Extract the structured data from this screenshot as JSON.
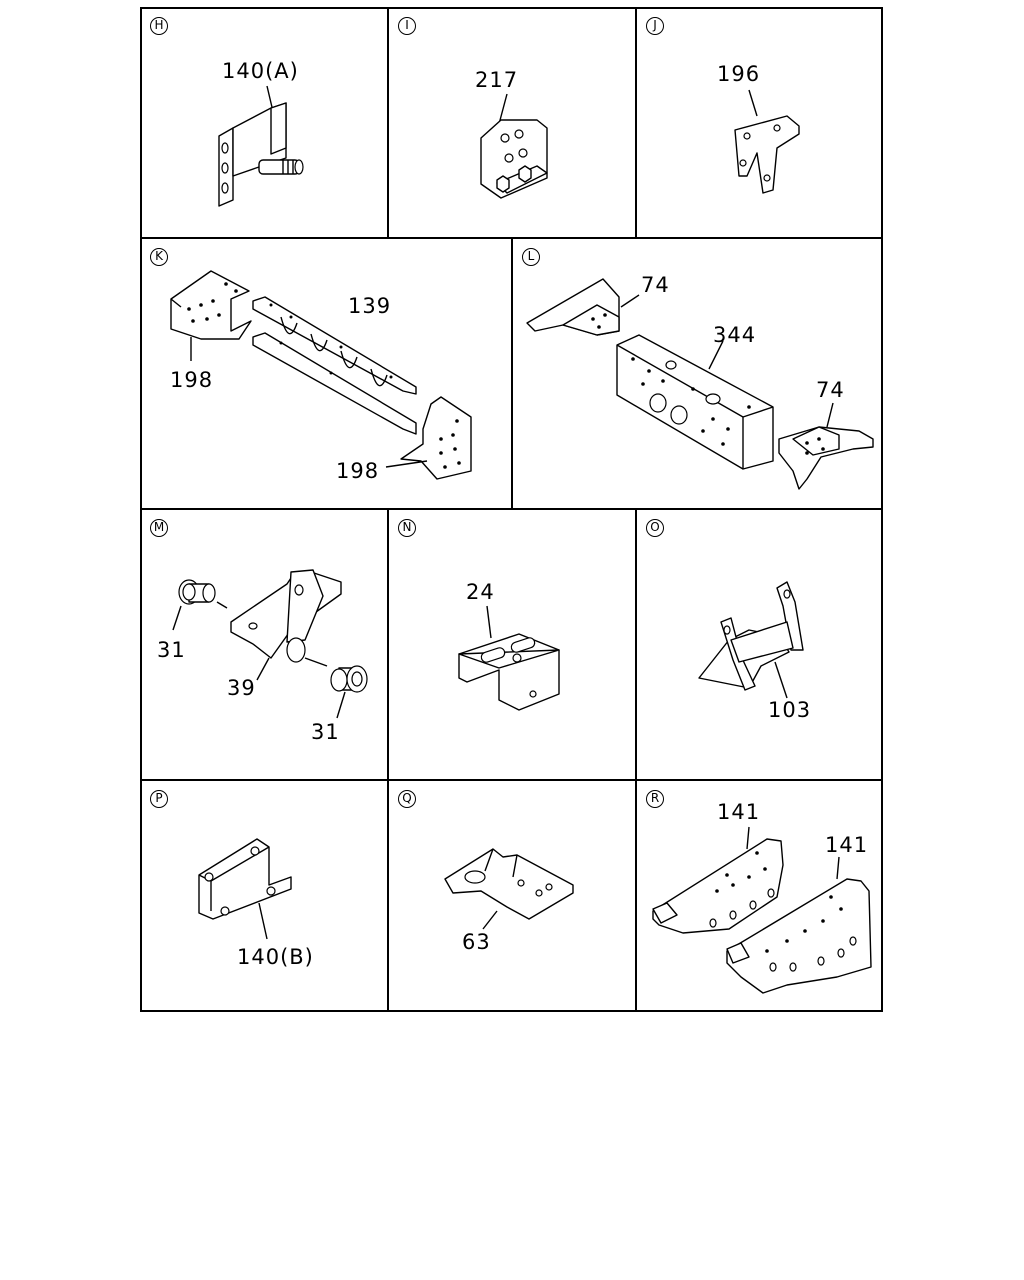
{
  "panels": {
    "H": {
      "marker": "H",
      "labels": [
        "140(A)"
      ]
    },
    "I": {
      "marker": "I",
      "labels": [
        "217"
      ]
    },
    "J": {
      "marker": "J",
      "labels": [
        "196"
      ]
    },
    "K": {
      "marker": "K",
      "labels": [
        "139",
        "198",
        "198"
      ]
    },
    "L": {
      "marker": "L",
      "labels": [
        "74",
        "344",
        "74"
      ]
    },
    "M": {
      "marker": "M",
      "labels": [
        "31",
        "39",
        "31"
      ]
    },
    "N": {
      "marker": "N",
      "labels": [
        "24"
      ]
    },
    "O": {
      "marker": "O",
      "labels": [
        "103"
      ]
    },
    "P": {
      "marker": "P",
      "labels": [
        "140(B)"
      ]
    },
    "Q": {
      "marker": "Q",
      "labels": [
        "63"
      ]
    },
    "R": {
      "marker": "R",
      "labels": [
        "141",
        "141"
      ]
    }
  }
}
